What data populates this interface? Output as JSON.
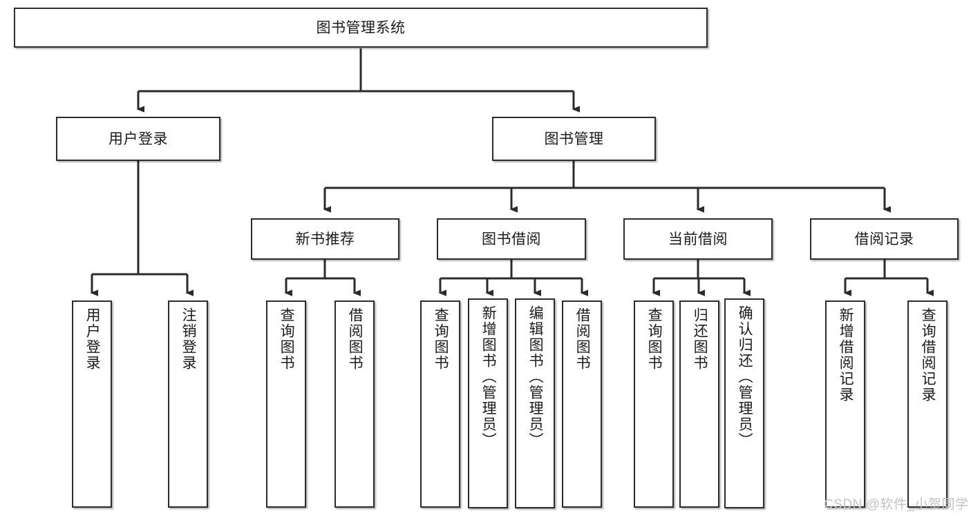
{
  "diagram": {
    "title": "图书管理系统",
    "type": "hierarchy-tree",
    "watermark": "CSDN @软件_小贺同学",
    "colors": {
      "box_border": "#2b2b2b",
      "box_fill": "#ffffff",
      "connector": "#2b2b2b",
      "text": "#1b1b1b",
      "watermark": "#c3c3c3"
    },
    "nodes": {
      "root": {
        "label": "图书管理系统"
      },
      "level2": [
        {
          "id": "user-login",
          "label": "用户登录"
        },
        {
          "id": "book-manage",
          "label": "图书管理"
        }
      ],
      "level3": [
        {
          "id": "new-book-recommend",
          "label": "新书推荐"
        },
        {
          "id": "book-borrow",
          "label": "图书借阅"
        },
        {
          "id": "current-borrow",
          "label": "当前借阅"
        },
        {
          "id": "borrow-record",
          "label": "借阅记录"
        }
      ],
      "leaves": {
        "user_login": [
          {
            "id": "leaf-user-login",
            "label": "用户登录"
          },
          {
            "id": "leaf-logout",
            "label": "注销登录"
          }
        ],
        "new_book_recommend": [
          {
            "id": "leaf-query-book-1",
            "label": "查询图书"
          },
          {
            "id": "leaf-borrow-book-1",
            "label": "借阅图书"
          }
        ],
        "book_borrow": [
          {
            "id": "leaf-query-book-2",
            "label": "查询图书"
          },
          {
            "id": "leaf-add-book",
            "label": "新增图书（管理员）"
          },
          {
            "id": "leaf-edit-book",
            "label": "编辑图书（管理员）"
          },
          {
            "id": "leaf-borrow-book-2",
            "label": "借阅图书"
          }
        ],
        "current_borrow": [
          {
            "id": "leaf-query-book-3",
            "label": "查询图书"
          },
          {
            "id": "leaf-return-book",
            "label": "归还图书"
          },
          {
            "id": "leaf-confirm-return",
            "label": "确认归还（管理员）"
          }
        ],
        "borrow_record": [
          {
            "id": "leaf-add-record",
            "label": "新增借阅记录"
          },
          {
            "id": "leaf-query-record",
            "label": "查询借阅记录"
          }
        ]
      }
    }
  }
}
